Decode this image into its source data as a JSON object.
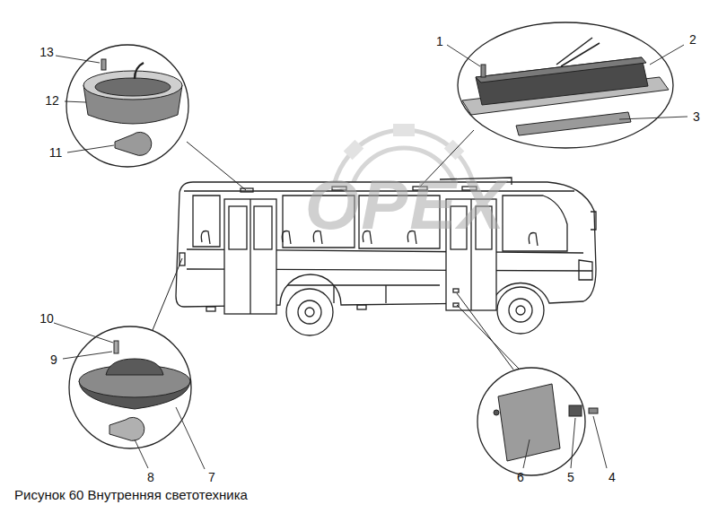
{
  "diagram": {
    "caption": "Рисунок 60 Внутренняя светотехника",
    "labels": [
      "1",
      "2",
      "3",
      "4",
      "5",
      "6",
      "7",
      "8",
      "9",
      "10",
      "11",
      "12",
      "13",
      "OPEX"
    ]
  }
}
